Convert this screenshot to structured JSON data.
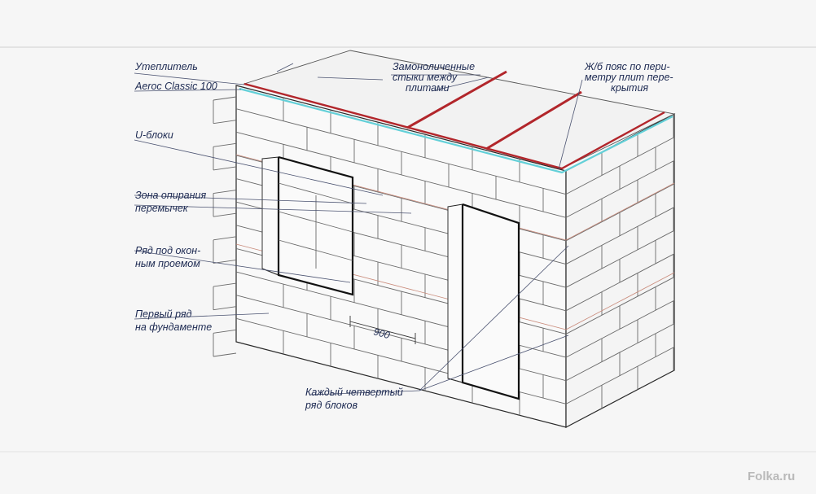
{
  "colors": {
    "background": "#f6f6f6",
    "wall_face": "#f9f9f9",
    "slab": "#f2f2f2",
    "joint_red": "#b2262b",
    "insulation_cyan": "#63d0d8",
    "outline": "#1a1a1a",
    "label_text": "#1d2a52"
  },
  "labels": {
    "insulation_l1": "Утеплитель",
    "insulation_l2": "Aeroc Classic 100",
    "u_blocks": "U-блоки",
    "lintel_zone_l1": "Зона опирания",
    "lintel_zone_l2": "перемычек",
    "under_window_l1": "Ряд под окон-",
    "under_window_l2": "ным проемом",
    "first_row_l1": "Первый ряд",
    "first_row_l2": "на фундаменте",
    "monolithic_l1": "Замоноличенные",
    "monolithic_l2": "стыки между",
    "monolithic_l3": "плитами",
    "belt_l1": "Ж/б пояс по пери-",
    "belt_l2": "метру плит пере-",
    "belt_l3": "крытия",
    "fourth_row_l1": "Каждый четвертый",
    "fourth_row_l2": "ряд блоков"
  },
  "dimension": {
    "value": "900"
  },
  "watermark": "Folka.ru"
}
